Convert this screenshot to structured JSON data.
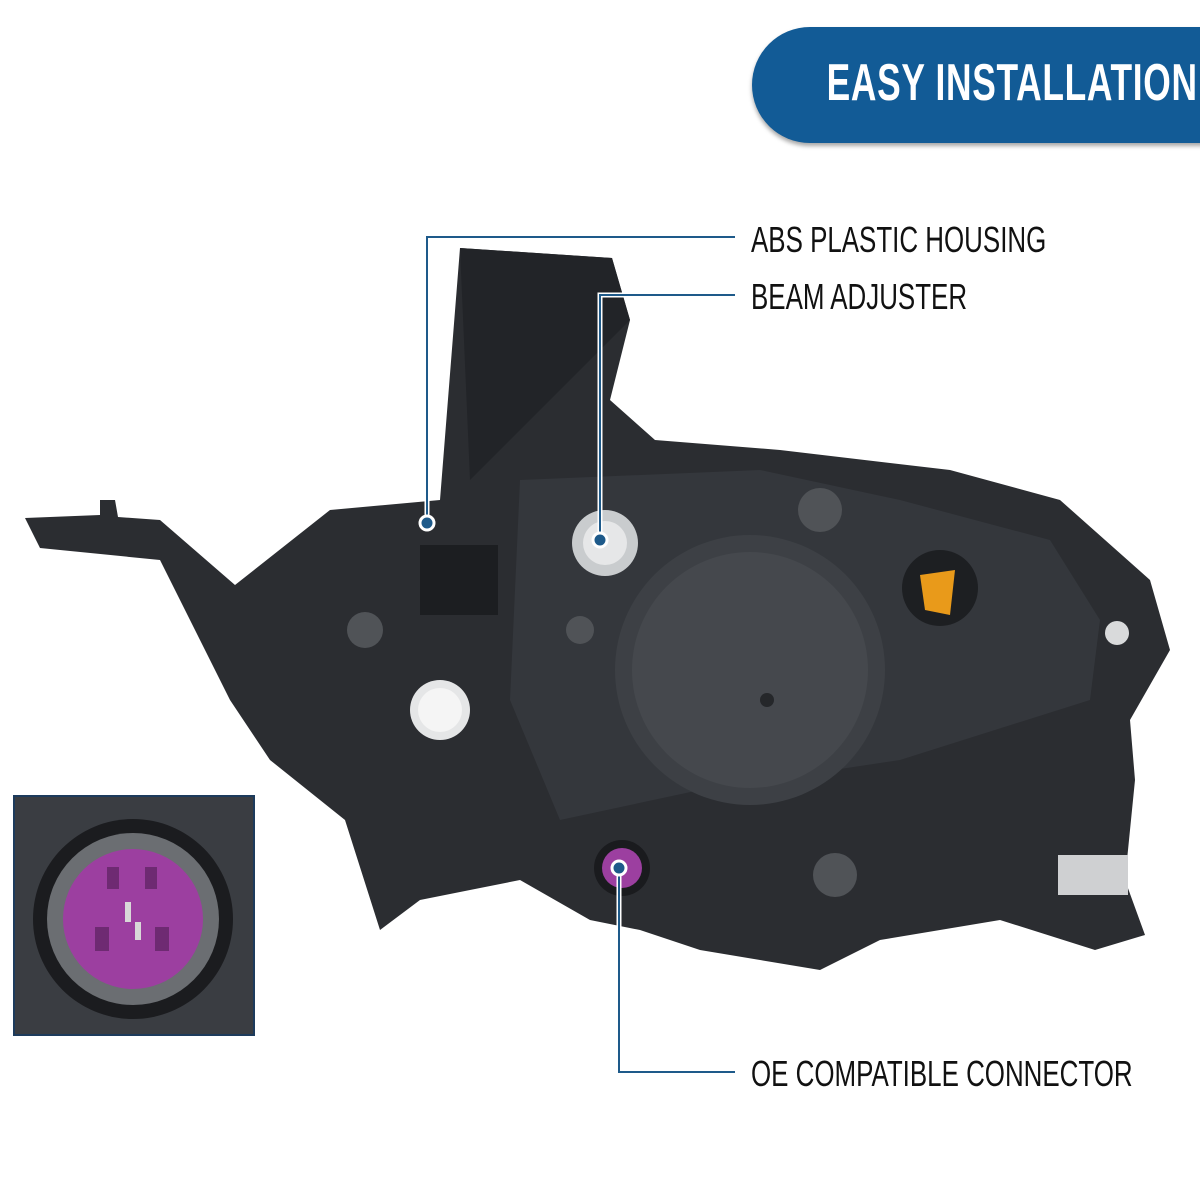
{
  "banner": {
    "title": "EASY INSTALLATION"
  },
  "callouts": [
    {
      "label": "ABS PLASTIC HOUSING"
    },
    {
      "label": "BEAM ADJUSTER"
    },
    {
      "label": "OE COMPATIBLE CONNECTOR"
    }
  ],
  "colors": {
    "brand": "#125b96",
    "connector": "#9c3fa0",
    "amber": "#e99a1a",
    "housing": "#2b2d31"
  }
}
